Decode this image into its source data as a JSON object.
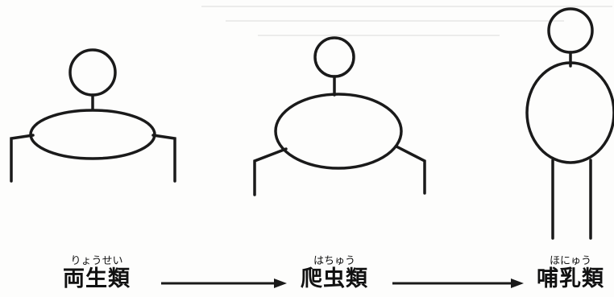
{
  "stages": [
    {
      "reading": "りょうせい",
      "name": "両生類"
    },
    {
      "reading": "はちゅう",
      "name": "爬虫類"
    },
    {
      "reading": "ほにゅう",
      "name": "哺乳類"
    }
  ],
  "colors": {
    "ink": "#1a1a1a",
    "paper": "#fdfdfc"
  }
}
